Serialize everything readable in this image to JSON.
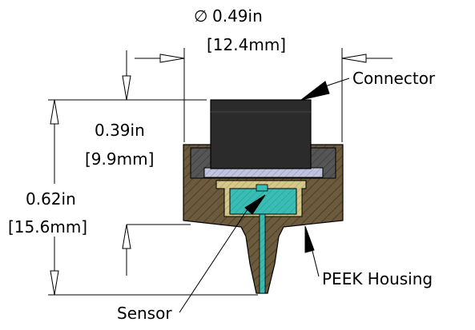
{
  "dimensions": {
    "diameter": {
      "symbol": "∅",
      "imperial": "0.49in",
      "metric": "[12.4mm]"
    },
    "connector_height": {
      "imperial": "0.39in",
      "metric": "[9.9mm]"
    },
    "overall_height": {
      "imperial": "0.62in",
      "metric": "[15.6mm]"
    }
  },
  "callouts": {
    "connector": "Connector",
    "housing": "PEEK Housing",
    "sensor": "Sensor"
  },
  "colors": {
    "housing": "#6b5a3c",
    "connector": "#2b2b2b",
    "connector_base": "#555555",
    "sensor": "#39bcb4",
    "sensor_cup": "#d4c88a",
    "window": "#c0c4dc"
  }
}
